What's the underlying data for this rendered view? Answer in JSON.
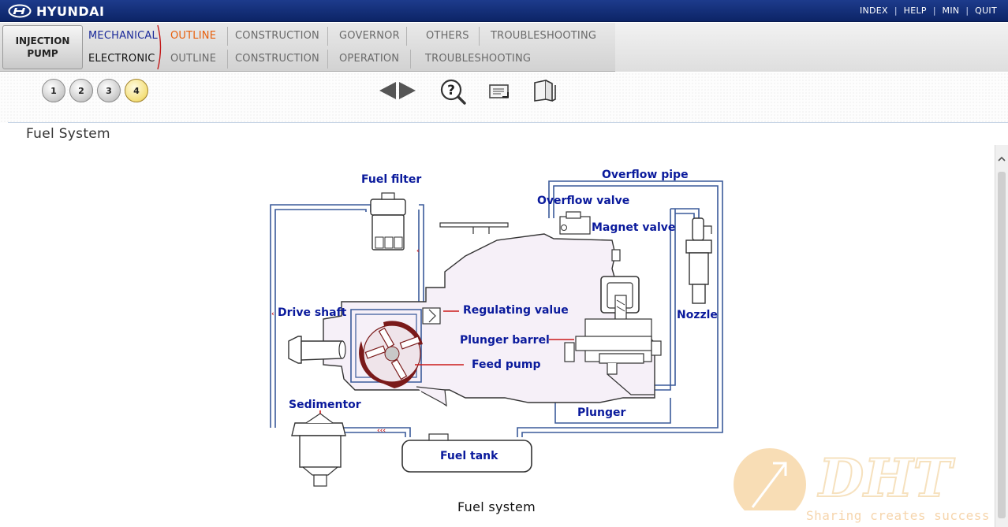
{
  "brand": {
    "logo_text": "HYUNDAI"
  },
  "top_links": [
    {
      "label": "INDEX"
    },
    {
      "label": "HELP"
    },
    {
      "label": "MIN"
    },
    {
      "label": "QUIT"
    }
  ],
  "module_button": {
    "line1": "INJECTION",
    "line2": "PUMP"
  },
  "nav": {
    "row1": {
      "category": "MECHANICAL",
      "items": [
        "OUTLINE",
        "CONSTRUCTION",
        "GOVERNOR",
        "OTHERS",
        "TROUBLESHOOTING"
      ],
      "active_index": 0
    },
    "row2": {
      "category": "ELECTRONIC",
      "items": [
        "OUTLINE",
        "CONSTRUCTION",
        "OPERATION",
        "TROUBLESHOOTING"
      ]
    }
  },
  "page_buttons": [
    {
      "label": "1",
      "active": false
    },
    {
      "label": "2",
      "active": false
    },
    {
      "label": "3",
      "active": false
    },
    {
      "label": "4",
      "active": true
    }
  ],
  "toolbar_icons": [
    "prev-next-arrows-icon",
    "help-magnifier-icon",
    "note-card-icon",
    "book-icon"
  ],
  "page_title": "Fuel System",
  "diagram": {
    "labels": {
      "fuel_filter": "Fuel filter",
      "overflow_pipe": "Overflow pipe",
      "overflow_valve": "Overflow valve",
      "magnet_valve": "Magnet valve",
      "drive_shaft": "Drive shaft",
      "regulating_value": "Regulating value",
      "nozzle": "Nozzle",
      "plunger_barrel": "Plunger barrel",
      "feed_pump": "Feed pump",
      "sedimentor": "Sedimentor",
      "plunger": "Plunger",
      "fuel_tank": "Fuel tank"
    },
    "label_color": "#0a1a9c",
    "leader_color": "#cc1a1a",
    "pipe_color": "#3a5a9a",
    "body_fill": "#f6f0f8"
  },
  "caption": "Fuel system",
  "watermark": {
    "logo_text": "DHT",
    "tagline": "Sharing creates success"
  }
}
